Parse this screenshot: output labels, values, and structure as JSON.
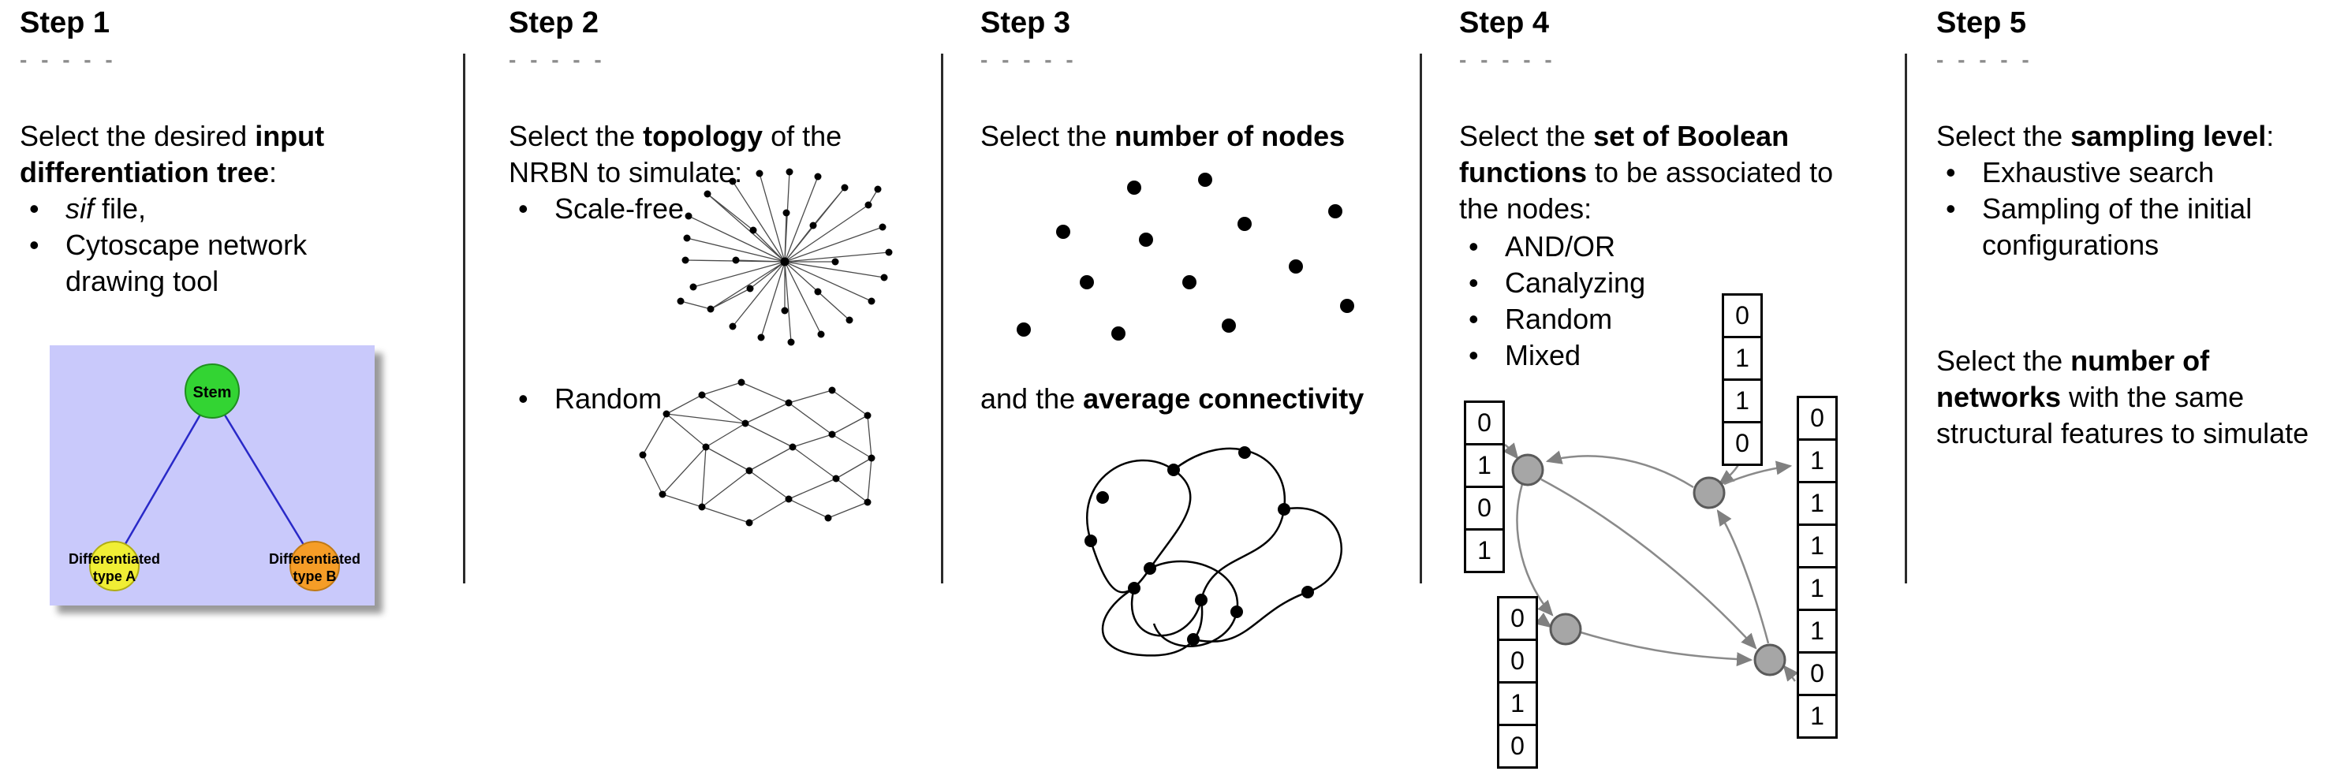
{
  "ui": {
    "bullet": "•",
    "dashes": "- - - - -",
    "divider_color": "#2b2b2b"
  },
  "step1": {
    "title": "Step 1",
    "intro": {
      "pre": "Select the desired ",
      "bold": "input differentiation tree",
      "post": ":"
    },
    "bullet1": {
      "italic": "sif",
      "rest": " file,"
    },
    "bullet2": "Cytoscape network drawing tool",
    "tree": {
      "stem_label": "Stem",
      "type_a": [
        "Differentiated",
        "type A"
      ],
      "type_b": [
        "Differentiated",
        "type B"
      ],
      "colors": {
        "panel": "#c9c9fb",
        "stem": "#33d433",
        "type_a": "#f0ee35",
        "type_b": "#f59d27",
        "edge": "#2929c8"
      }
    }
  },
  "step2": {
    "title": "Step 2",
    "intro": {
      "pre": "Select the ",
      "bold": "topology",
      "post": " of the NRBN to simulate:"
    },
    "bullet1": "Scale-free",
    "bullet2": "Random"
  },
  "step3": {
    "title": "Step 3",
    "line1": {
      "pre": "Select the ",
      "bold": "number of nodes",
      "post": ""
    },
    "line2": {
      "pre": "and the ",
      "bold": "average connectivity",
      "post": ""
    }
  },
  "step4": {
    "title": "Step 4",
    "intro": {
      "pre": "Select the ",
      "bold": "set of Boolean functions",
      "post": " to be associated to the nodes:"
    },
    "bullets": [
      "AND/OR",
      "Canalyzing",
      "Random",
      "Mixed"
    ],
    "truth_tables": {
      "top": [
        "0",
        "1",
        "1",
        "0"
      ],
      "left": [
        "0",
        "1",
        "0",
        "1"
      ],
      "bottom": [
        "0",
        "0",
        "1",
        "0"
      ],
      "right": [
        "0",
        "1",
        "1",
        "1",
        "1",
        "1",
        "0",
        "1"
      ]
    },
    "node_color": "#a6a6a6"
  },
  "step5": {
    "title": "Step 5",
    "intro": {
      "pre": "Select the ",
      "bold": "sampling level",
      "post": ":"
    },
    "bullet1": "Exhaustive search",
    "bullet2": "Sampling of the initial configurations",
    "second": {
      "pre": "Select the ",
      "bold": "number of networks",
      "post": " with the same structural features to simulate"
    }
  }
}
